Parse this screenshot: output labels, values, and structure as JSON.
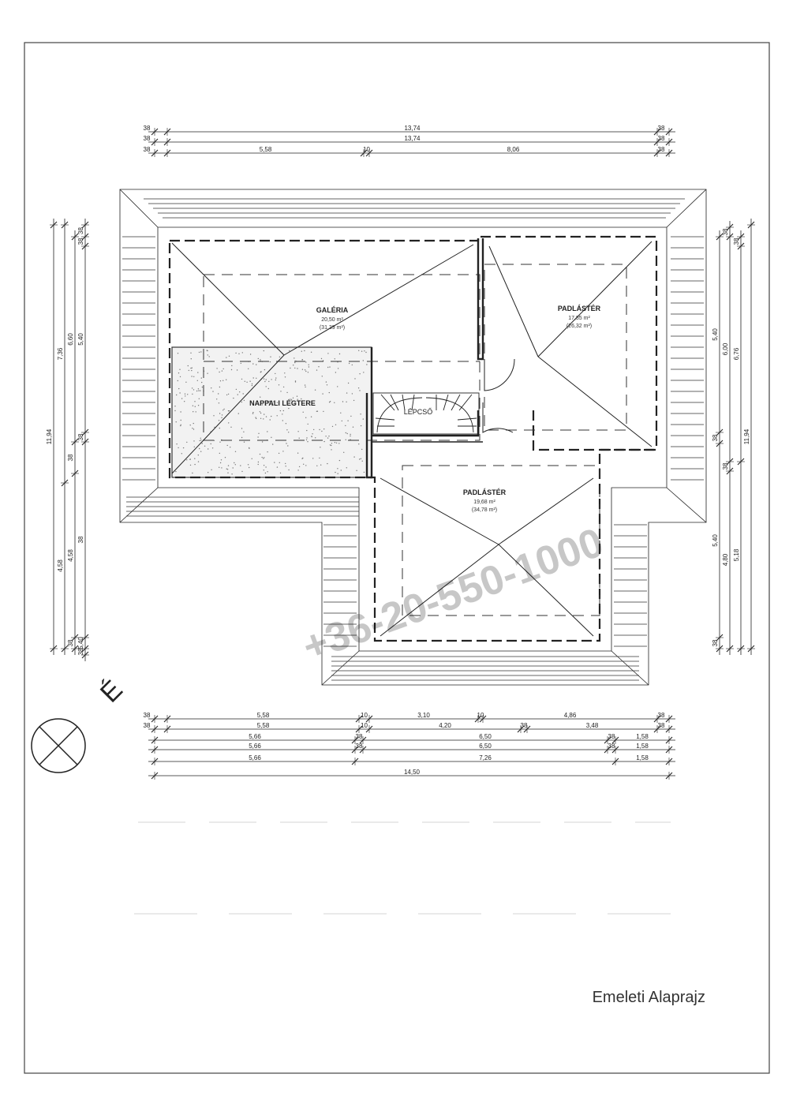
{
  "title": "Emeleti Alaprajz",
  "watermark": "+36-20-550-1000",
  "north_label": "É",
  "rooms": {
    "galeria": {
      "name": "GALÉRIA",
      "area": "20,50 m²",
      "area2": "(31,39 m²)"
    },
    "padlaster_right": {
      "name": "PADLÁSTÉR",
      "area": "17,85 m²",
      "area2": "(26,32 m²)"
    },
    "padlaster_bottom": {
      "name": "PADLÁSTÉR",
      "area": "19,68 m²",
      "area2": "(34,78 m²)"
    },
    "nappali": {
      "name": "NAPPALI LÉGTERE"
    },
    "lepcso": {
      "name": "LÉPCSŐ"
    }
  },
  "dims": {
    "top": {
      "r1": [
        "38",
        "13,74",
        "38"
      ],
      "r2": [
        "38",
        "13,74",
        "38"
      ],
      "r3": [
        "38",
        "5,58",
        "10",
        "8,06",
        "38"
      ]
    },
    "bottom": {
      "r1": [
        "38",
        "5,58",
        "10",
        "3,10",
        "10",
        "4,86",
        "38"
      ],
      "r2": [
        "38",
        "5,58",
        "10",
        "4,20",
        "38",
        "3,48",
        "38"
      ],
      "r3": [
        "5,66",
        "38",
        "6,50",
        "38",
        "1,58"
      ],
      "r4": [
        "5,66",
        "38",
        "6,50",
        "38",
        "1,58"
      ],
      "r5": [
        "5,66",
        "7,26",
        "1,58"
      ],
      "r6": [
        "14,50"
      ]
    },
    "left": {
      "c1": [
        "11,94"
      ],
      "c2": [
        "7,36",
        "4,58"
      ],
      "c3": [
        "6,60",
        "38",
        "4,58",
        "38"
      ],
      "c4": [
        "38",
        "38",
        "5,40",
        "38",
        "38",
        "5,40",
        "38"
      ]
    },
    "right": {
      "c1": [
        "5,40",
        "38",
        "5,40",
        "38"
      ],
      "c2": [
        "38",
        "6,00",
        "38",
        "4,80"
      ],
      "c3": [
        "38",
        "6,76",
        "5,18"
      ],
      "c4": [
        "11,94"
      ]
    }
  }
}
